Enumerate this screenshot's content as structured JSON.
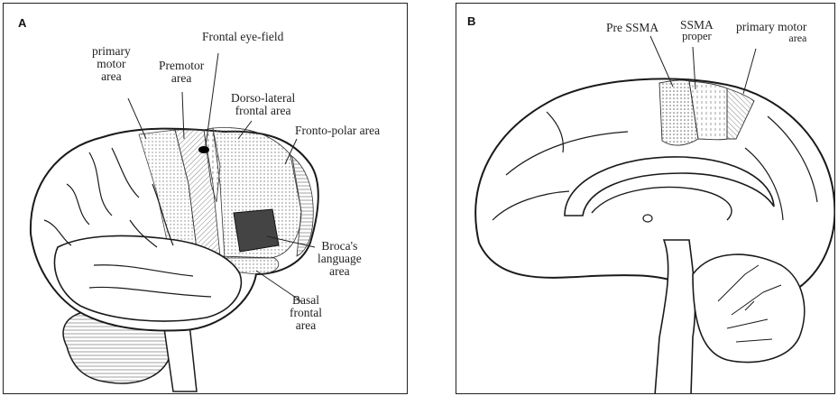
{
  "panel_a": {
    "letter": "A",
    "labels": {
      "primary_motor": [
        "primary",
        "motor",
        "area"
      ],
      "premotor": [
        "Premotor",
        "area"
      ],
      "frontal_eye_field": [
        "Frontal eye-field"
      ],
      "dorso_lateral": [
        "Dorso-lateral",
        "frontal area"
      ],
      "fronto_polar": [
        "Fronto-polar area"
      ],
      "broca": [
        "Broca's",
        "language",
        "area"
      ],
      "basal_frontal": [
        "Basal",
        "frontal",
        "area"
      ]
    }
  },
  "panel_b": {
    "letter": "B",
    "labels": {
      "pre_ssma": [
        "Pre SSMA"
      ],
      "ssma_proper": [
        "SSMA",
        "proper"
      ],
      "primary_motor": [
        "primary motor",
        "area"
      ]
    }
  },
  "colors": {
    "line": "#1a1a1a",
    "stipple": "#999999",
    "broca_fill": "#3f3f3f"
  }
}
